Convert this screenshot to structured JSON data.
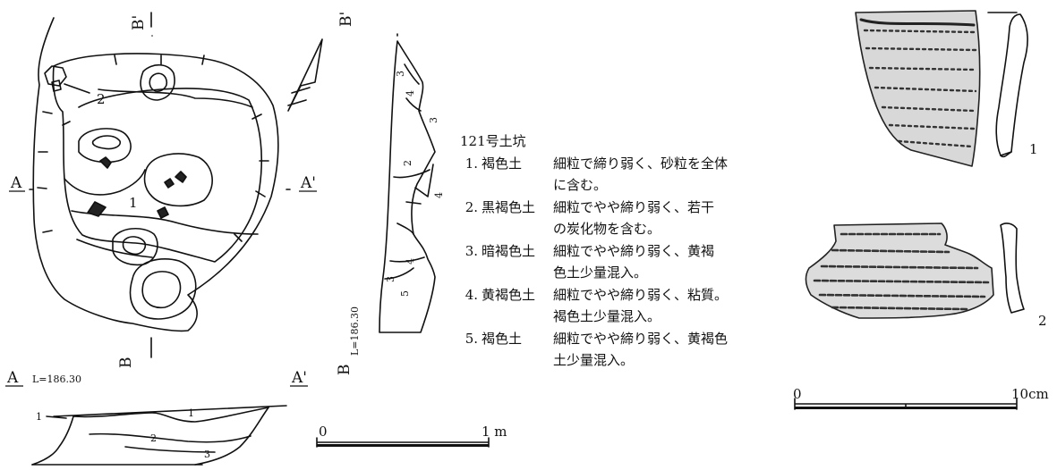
{
  "labels": {
    "a": "A",
    "a_prime": "A'",
    "b": "B",
    "b_prime": "B'",
    "elevation": "L=186.30",
    "scale_start": "0",
    "scale_1m": "1 m",
    "scale_10cm": "10cm"
  },
  "plan_layer_numbers": [
    "2",
    "1"
  ],
  "section_a_layers": [
    "1",
    "1",
    "2",
    "3"
  ],
  "section_b_layers": [
    "3",
    "4",
    "3",
    "2",
    "4",
    "3",
    "4",
    "5"
  ],
  "artifact_numbers": [
    "1",
    "2"
  ],
  "legend": {
    "title": "121号土坑",
    "entries": [
      {
        "num": "1.",
        "name": "褐色土",
        "desc": "細粒で締り弱く、砂粒を全体",
        "cont": "に含む。"
      },
      {
        "num": "2.",
        "name": "黒褐色土",
        "desc": "細粒でやや締り弱く、若干",
        "cont": "の炭化物を含む。"
      },
      {
        "num": "3.",
        "name": "暗褐色土",
        "desc": "細粒でやや締り弱く、黄褐",
        "cont": "色土少量混入。"
      },
      {
        "num": "4.",
        "name": "黄褐色土",
        "desc": "細粒でやや締り弱く、粘質。",
        "cont": "褐色土少量混入。"
      },
      {
        "num": "5.",
        "name": "褐色土",
        "desc": "細粒でやや締り弱く、黄褐色",
        "cont": "土少量混入。"
      }
    ]
  }
}
